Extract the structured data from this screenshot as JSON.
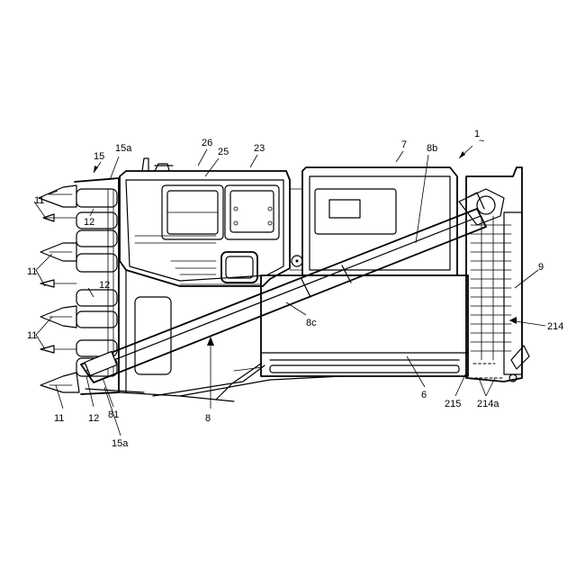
{
  "labels": {
    "n1": "1",
    "n15": "15",
    "n15a_top": "15a",
    "n26": "26",
    "n25": "25",
    "n23": "23",
    "n7": "7",
    "n8b": "8b",
    "n11_a": "11",
    "n12_a": "12",
    "n11_b": "11",
    "n12_b": "12",
    "n11_c": "11",
    "n11_d": "11",
    "n12_d": "12",
    "n81": "81",
    "n15a_bottom": "15a",
    "n8c": "8c",
    "n8": "8",
    "n9": "9",
    "n214": "214",
    "n6": "6",
    "n215": "215",
    "n214a": "214a"
  }
}
